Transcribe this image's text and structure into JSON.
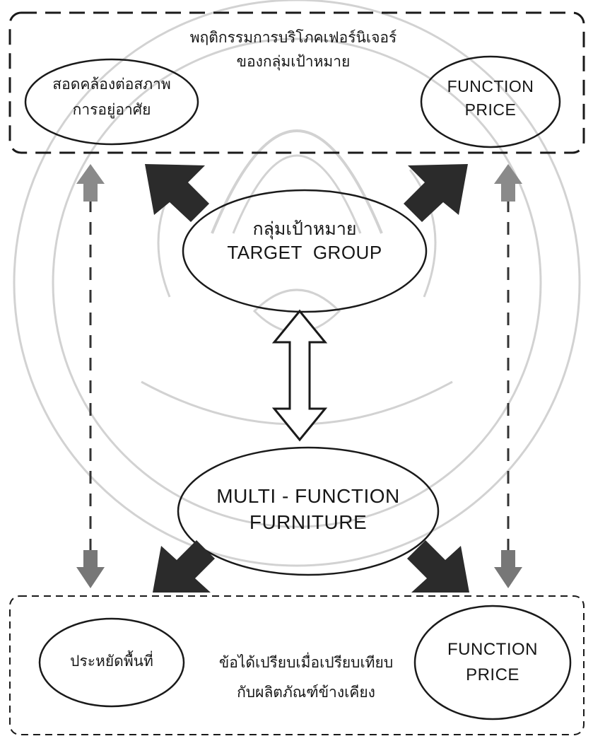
{
  "top_box": {
    "title_line1": "พฤติกรรมการบริโภคเฟอร์นิเจอร์",
    "title_line2": "ของกลุ่มเป้าหมาย",
    "left_oval": {
      "line1": "สอดคล้องต่อสภาพ",
      "line2": "การอยู่อาศัย"
    },
    "right_oval": {
      "line1": "FUNCTION",
      "line2": "PRICE"
    }
  },
  "target_group": {
    "line1": "กลุ่มเป้าหมาย",
    "line2": "TARGET  GROUP"
  },
  "product": {
    "line1": "MULTI - FUNCTION",
    "line2": "FURNITURE"
  },
  "bottom_box": {
    "left_oval": "ประหยัดพื้นที่",
    "center_line1": "ข้อได้เปรียบเมื่อเปรียบเทียบ",
    "center_line2": "กับผลิตภัณฑ์ข้างเคียง",
    "right_oval": {
      "line1": "FUNCTION",
      "line2": "PRICE"
    }
  },
  "colors": {
    "ink": "#1a1a1a",
    "watermark": "#cfcfcf",
    "arrow_dark": "#2b2b2b",
    "arrow_gray": "#8a8a8a"
  }
}
